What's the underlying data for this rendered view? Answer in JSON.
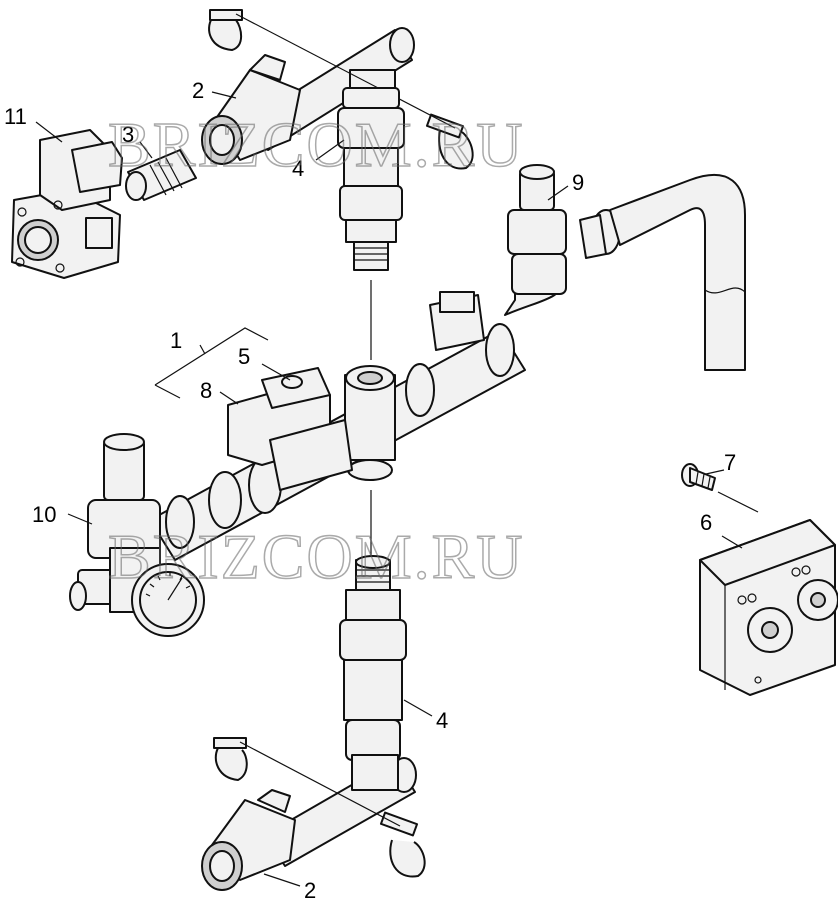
{
  "watermark": "BRIZCOM.RU",
  "callouts": {
    "c1": "1",
    "c2_top": "2",
    "c2_bottom": "2",
    "c3": "3",
    "c4_top": "4",
    "c4_bottom": "4",
    "c5": "5",
    "c6": "6",
    "c7": "7",
    "c8": "8",
    "c9": "9",
    "c10": "10",
    "c11": "11"
  }
}
